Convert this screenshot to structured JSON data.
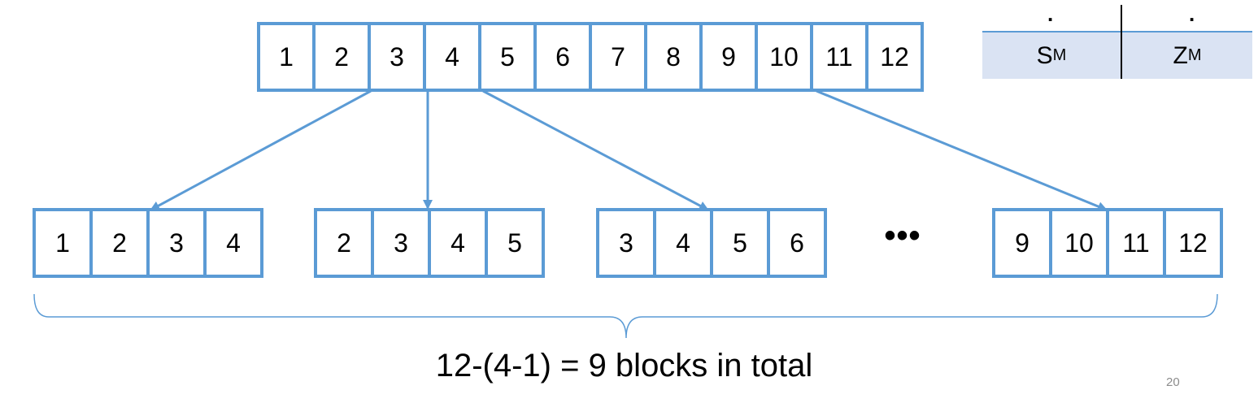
{
  "top_row": [
    "1",
    "2",
    "3",
    "4",
    "5",
    "6",
    "7",
    "8",
    "9",
    "10",
    "11",
    "12"
  ],
  "bottom_groups": [
    [
      "1",
      "2",
      "3",
      "4"
    ],
    [
      "2",
      "3",
      "4",
      "5"
    ],
    [
      "3",
      "4",
      "5",
      "6"
    ],
    [
      "9",
      "10",
      "11",
      "12"
    ]
  ],
  "ellipsis": "•••",
  "caption": "12-(4-1) = 9 blocks in total",
  "page_number": "20",
  "table": {
    "header_dots": [
      ".",
      "."
    ],
    "col1": {
      "main": "S",
      "sub": "M"
    },
    "col2": {
      "main": "Z",
      "sub": "M"
    }
  },
  "colors": {
    "accent": "#5b9bd5",
    "table_fill": "#dae3f3"
  }
}
